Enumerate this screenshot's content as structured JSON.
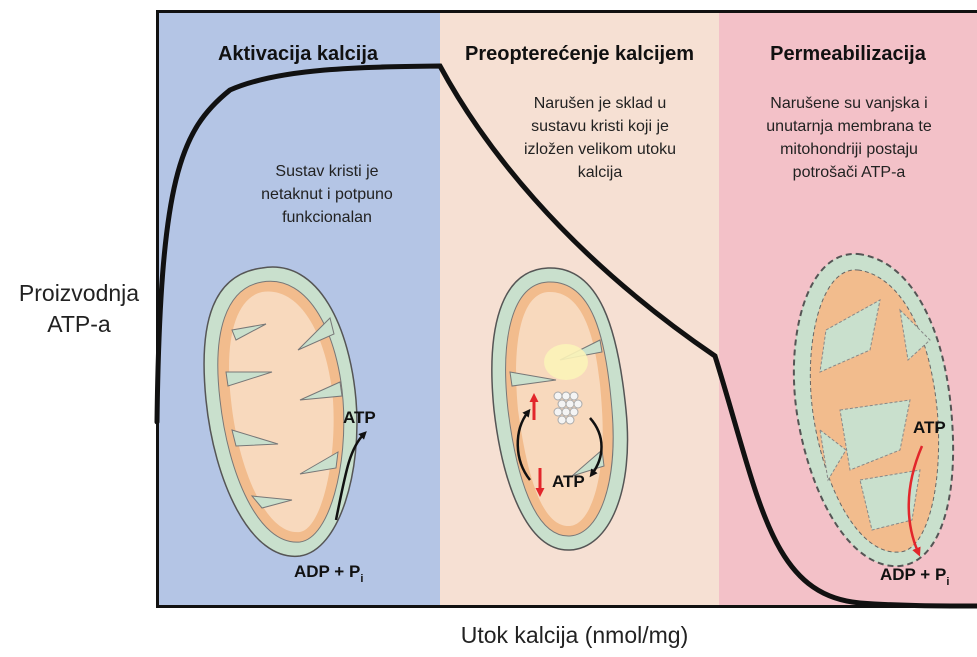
{
  "ylabel": "Proizvodnja ATP-a",
  "ylabel_line1": "Proizvodnja",
  "ylabel_line2": "ATP-a",
  "xlabel": "Utok kalcija (nmol/mg)",
  "panels": [
    {
      "title": "Aktivacija kalcija",
      "description_lines": [
        "Sustav kristi je",
        "netaknut i potpuno",
        "funkcionalan"
      ],
      "color": "#b4c5e5",
      "labels": {
        "top": "ATP",
        "bottom": "ADP + P",
        "bottom_sub": "i"
      }
    },
    {
      "title": "Preopterećenje kalcijem",
      "description_lines": [
        "Narušen je sklad u",
        "sustavu kristi koji je",
        "izložen velikom utoku",
        "kalcija"
      ],
      "color": "#f6e0d3",
      "labels": {
        "bottom": "ATP"
      }
    },
    {
      "title": "Permeabilizacija",
      "description_lines": [
        "Narušene su vanjska i",
        "unutarnja membrana te",
        "mitohondriji postaju",
        "potrošači ATP-a"
      ],
      "color": "#f3c1c8",
      "labels": {
        "top": "ATP",
        "bottom": "ADP + P",
        "bottom_sub": "i"
      }
    }
  ],
  "colors": {
    "curve": "#111111",
    "mito_outer": "#c9e0cd",
    "mito_inner": "#f2bc8d",
    "mito_matrix": "#f8d9bd",
    "red_arrow": "#e2262b"
  }
}
